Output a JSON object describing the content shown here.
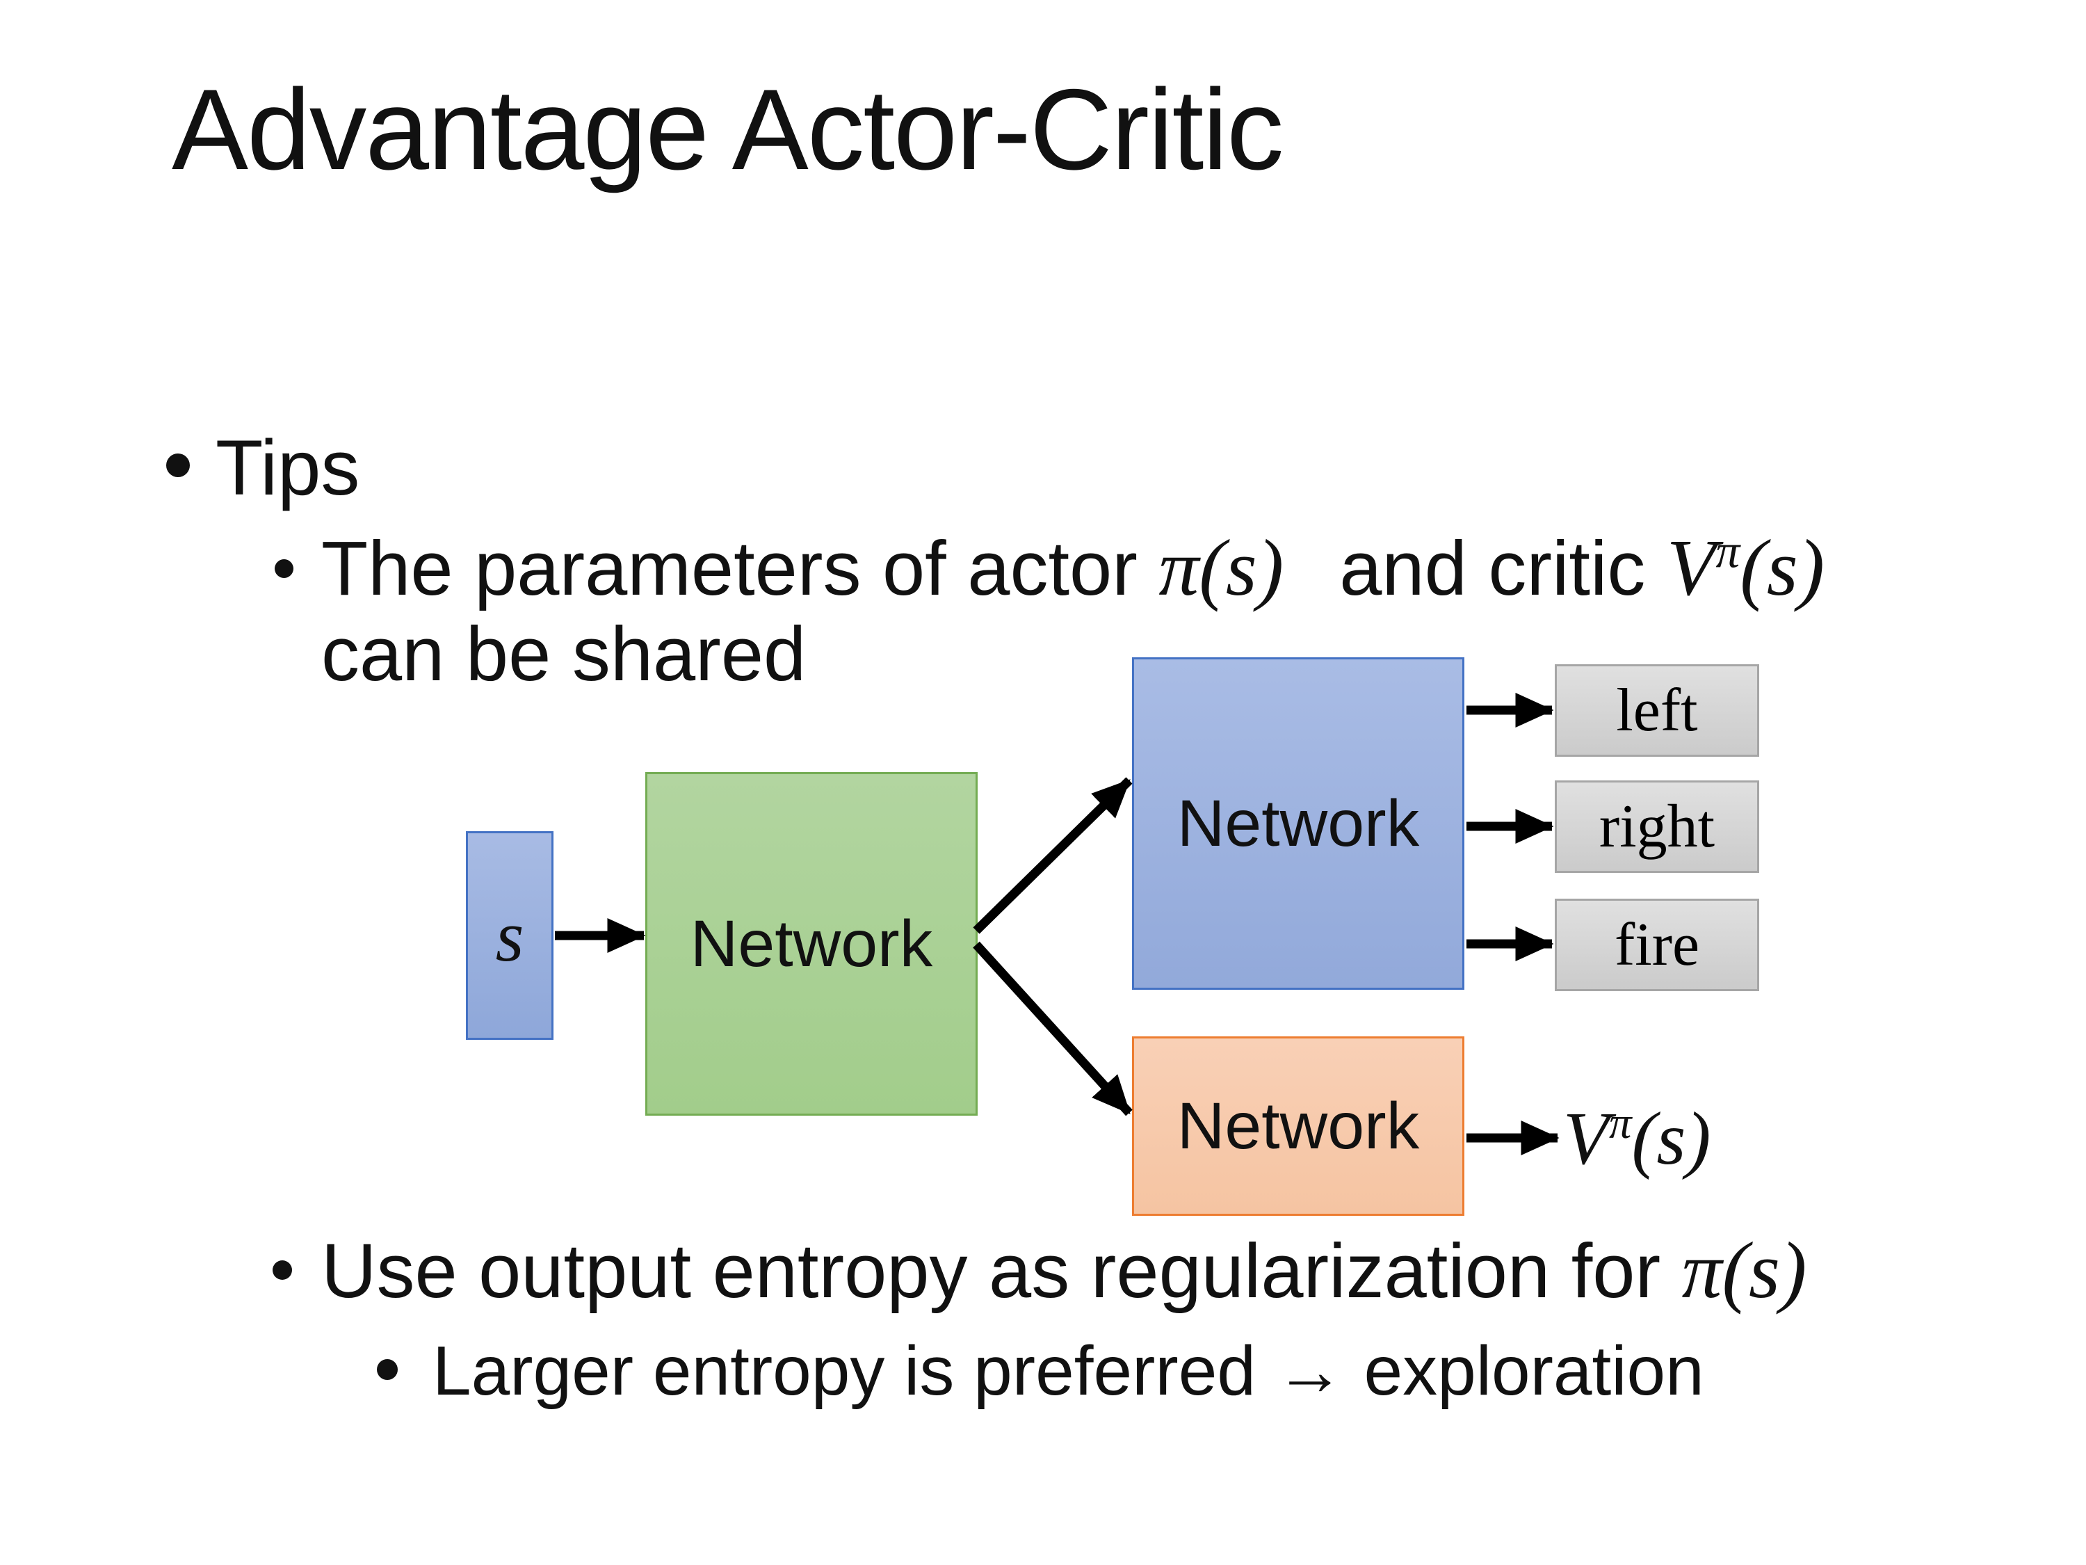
{
  "slide": {
    "title": "Advantage Actor-Critic",
    "bullets": {
      "tips": "Tips",
      "b2_pre": "The parameters of actor ",
      "b2_math_pi": "π(s)",
      "b2_mid": " and critic ",
      "b2_v_base": "V",
      "b2_v_sup": "π",
      "b2_v_args": "(s)",
      "b2_line2": "can be shared",
      "b3_pre": "Use output entropy as regularization for ",
      "b3_math_pi": "π(s)",
      "b4": "Larger entropy is preferred → exploration"
    }
  },
  "diagram": {
    "state_label": "s",
    "shared_network_label": "Network",
    "actor_network_label": "Network",
    "critic_network_label": "Network",
    "actions": [
      "left",
      "right",
      "fire"
    ],
    "critic_output": {
      "base": "V",
      "sup": "π",
      "args": "(s)"
    }
  },
  "colors": {
    "background": "#ffffff",
    "text": "#111111",
    "blue_fill": "#9cb1df",
    "blue_border": "#4472c4",
    "green_fill": "#aad196",
    "green_border": "#74ac53",
    "orange_fill": "#f8cbad",
    "orange_border": "#ed7d31",
    "gray_fill": "#d6d6d6",
    "gray_border": "#a6a6a6",
    "arrow": "#000000"
  }
}
